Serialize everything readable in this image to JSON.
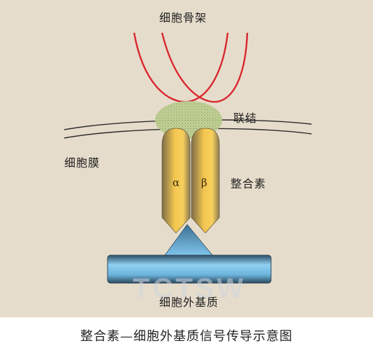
{
  "labels": {
    "cytoskeleton": "细胞骨架",
    "linker": "联结",
    "cell_membrane": "细胞膜",
    "integrin": "整合素",
    "alpha": "α",
    "beta": "β",
    "ecm": "细胞外基质"
  },
  "watermark": "TCTSW",
  "caption": "整合素—细胞外基质信号传导示意图",
  "colors": {
    "background": "#e6dccb",
    "cytoskeleton_fibers": "#d9272e",
    "linker_blob": "#b7c98a",
    "membrane": "#2b2b2b",
    "integrin_subunit": "#f2c04a",
    "ecm_bar": "#6fb8de",
    "ecm_triangle": "#5aa7cf"
  }
}
